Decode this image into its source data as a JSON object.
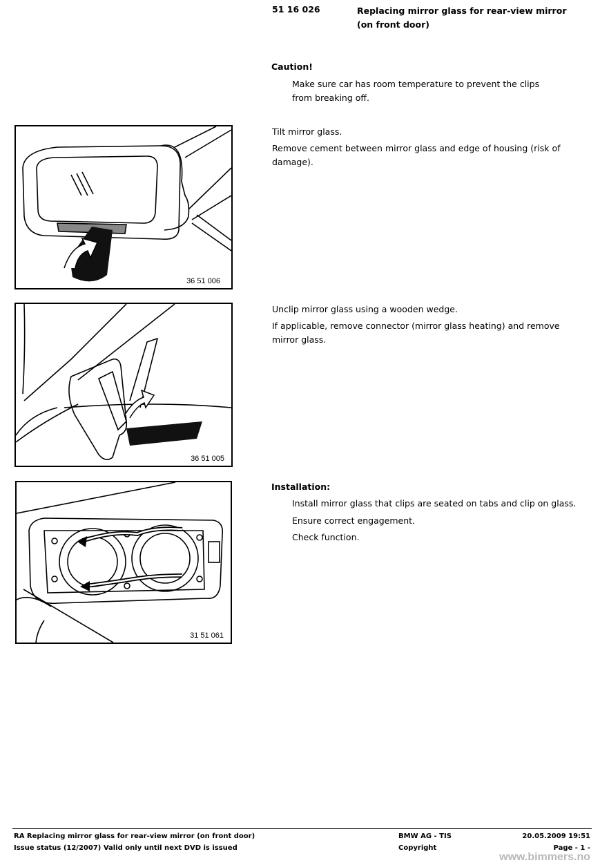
{
  "header": {
    "doc_number": "51 16 026",
    "title": "Replacing mirror glass for rear-view mirror (on front door)"
  },
  "caution": {
    "heading": "Caution!",
    "text": "Make sure car has room temperature to prevent the clips from breaking off."
  },
  "steps": [
    {
      "figure_label": "36 51 006",
      "lines": [
        "Tilt mirror glass.",
        "Remove cement between mirror glass and edge of housing (risk of damage)."
      ]
    },
    {
      "figure_label": "36 51 005",
      "lines": [
        "Unclip mirror glass using a wooden wedge.",
        "If applicable, remove connector (mirror glass heating) and remove mirror glass."
      ]
    }
  ],
  "installation": {
    "heading": "Installation:",
    "figure_label": "31 51 061",
    "lines": [
      "Install mirror glass that clips are seated on tabs and clip on glass.",
      "Ensure correct engagement.",
      "Check function."
    ]
  },
  "footer": {
    "left_line1": "RA  Replacing mirror glass for rear-view mirror (on front door)",
    "left_line2": "Issue status (12/2007) Valid only until next DVD is issued",
    "center_line1": "BMW AG - TIS",
    "center_line2": "Copyright",
    "right_line1": "20.05.2009  19:51",
    "right_line2": "Page  - 1 -"
  },
  "watermark": "www.bimmers.no"
}
